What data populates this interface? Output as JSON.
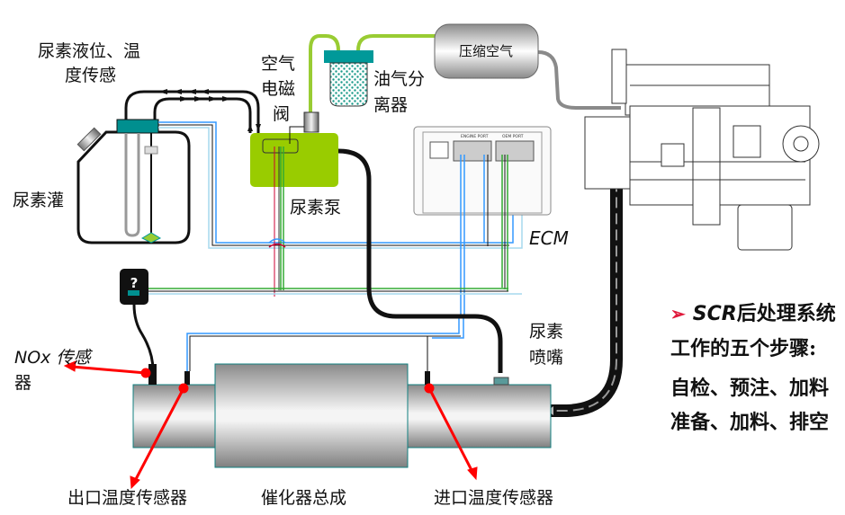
{
  "labels": {
    "level_temp_sensor_line1": "尿素液位、温",
    "level_temp_sensor_line2": "度传感",
    "urea_tank": "尿素灌",
    "air_solenoid_line1": "空气",
    "air_solenoid_line2": "电磁",
    "air_solenoid_line3": "阀",
    "oil_gas_separator_line1": "油气分",
    "oil_gas_separator_line2": "离器",
    "compressed_air": "压缩空气",
    "urea_pump": "尿素泵",
    "ecm": "ECM",
    "ecm_engine_port": "ENGINE PORT",
    "ecm_oem_port": "OEM PORT",
    "nox_sensor_line1": "NOx 传感",
    "nox_sensor_line2": "器",
    "unknown_module": "?",
    "urea_nozzle_line1": "尿素",
    "urea_nozzle_line2": "喷嘴",
    "outlet_temp_sensor": "出口温度传感器",
    "catalyst_assembly": "催化器总成",
    "inlet_temp_sensor": "进口温度传感器"
  },
  "side_panel": {
    "bullet": "➢",
    "heading_scr": "SCR",
    "heading_rest": "后处理系统工作的五个步骤:",
    "steps": "自检、预注、加料准备、加料、排空"
  },
  "colors": {
    "pump_green": "#99cc00",
    "teal_cap": "#008f8f",
    "air_line_green": "#99cc33",
    "red_pointer": "#ff0000",
    "wire_blue": "#3399ff",
    "wire_green": "#33aa33",
    "wire_red": "#cc0033",
    "bullet_red": "#e0193b"
  }
}
